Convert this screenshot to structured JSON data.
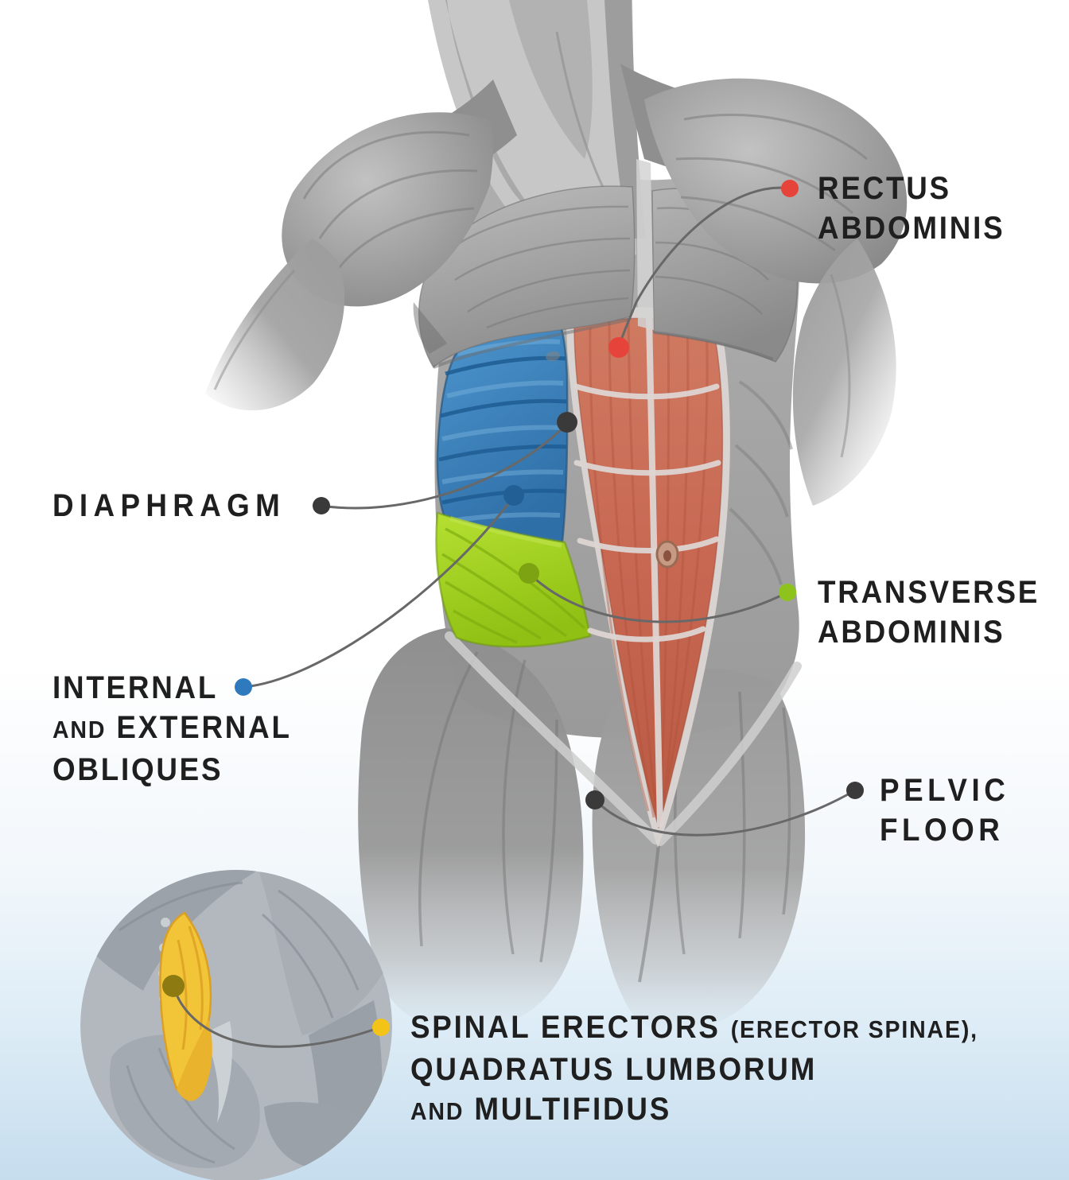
{
  "figure": {
    "description": "Anterior view of a muscular torso illustration with core muscle groups highlighted in color",
    "inset_description": "Lower-back view inset with spinal erector muscles highlighted in yellow"
  },
  "labels": {
    "rectus": {
      "line1": "RECTUS",
      "line2": "ABDOMINIS"
    },
    "diaphragm": {
      "line1": "DIAPHRAGM"
    },
    "obliques": {
      "line1": "INTERNAL",
      "line2_small": "AND",
      "line2": "EXTERNAL",
      "line3": "OBLIQUES"
    },
    "transverse": {
      "line1": "TRANSVERSE",
      "line2": "ABDOMINIS"
    },
    "pelvic": {
      "line1": "PELVIC",
      "line2": "FLOOR"
    },
    "spinal": {
      "line1": "SPINAL ERECTORS",
      "line1_small": "(ERECTOR SPINAE),",
      "line2": "QUADRATUS LUMBORUM",
      "line3_small": "AND",
      "line3": "MULTIFIDUS"
    }
  },
  "colors": {
    "red_dot": "#e6443b",
    "blue_dot": "#2e7abc",
    "blue_dot_dark": "#225f95",
    "green_dot": "#8ec31d",
    "green_dot_dark": "#7da313",
    "yellow_dot": "#f3c417",
    "yellow_dot_dark": "#8d7a10",
    "dark_dot": "#3a3a3a",
    "line": "#686868",
    "text": "#1f1f1f",
    "muscle_red": "#c96752",
    "muscle_blue": "#3c85c2",
    "muscle_green": "#9fd31b",
    "muscle_yellow": "#f2c437"
  },
  "regions": [
    {
      "name": "rectus-abdominis",
      "highlight": "#c96752"
    },
    {
      "name": "diaphragm",
      "highlight": "#3a3a3a"
    },
    {
      "name": "internal-and-external-obliques",
      "highlight": "#3c85c2"
    },
    {
      "name": "transverse-abdominis",
      "highlight": "#9fd31b"
    },
    {
      "name": "pelvic-floor",
      "highlight": "#3a3a3a"
    },
    {
      "name": "spinal-erectors-quadratus-lumborum-multifidus",
      "highlight": "#f2c437"
    }
  ]
}
